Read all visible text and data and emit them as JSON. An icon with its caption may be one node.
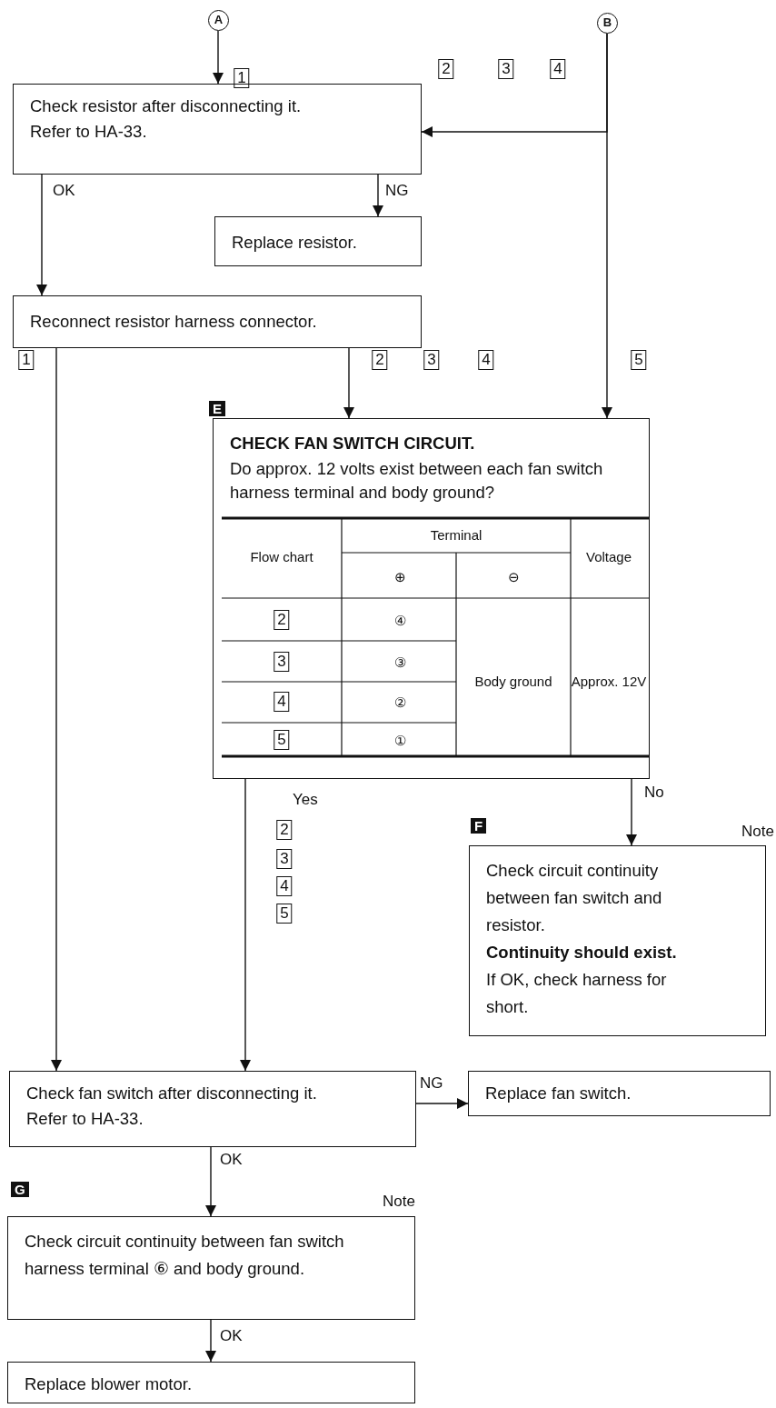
{
  "diagram": {
    "nodes": [
      {
        "text": [
          "A"
        ]
      },
      {
        "text": [
          "B"
        ]
      },
      {
        "text": [
          "Check resistor after disconnecting it.",
          "Refer to HA-33."
        ]
      },
      {
        "text": [
          "Replace resistor."
        ]
      },
      {
        "text": [
          "Reconnect resistor harness connector."
        ]
      },
      {
        "text": [
          "CHECK FAN SWITCH CIRCUIT.",
          "Do approx. 12 volts exist between each fan switch harness terminal and body ground?"
        ],
        "beside": [
          "E"
        ]
      },
      {
        "text": [
          "Check circuit continuity between fan switch and resistor.",
          "Continuity should exist.",
          "If OK, check harness for short."
        ],
        "beside": [
          "F",
          "Note"
        ]
      },
      {
        "text": [
          "Check fan switch after disconnecting it.",
          "Refer to HA-33."
        ]
      },
      {
        "text": [
          "Replace fan switch."
        ]
      },
      {
        "text": [
          "Check circuit continuity between fan switch harness terminal ⑥ and body ground."
        ],
        "beside": [
          "G",
          "Note"
        ]
      },
      {
        "text": [
          "Replace blower motor."
        ]
      }
    ],
    "edges": [
      {
        "from": 0,
        "to": 2,
        "arrow": "to"
      },
      {
        "from": 1,
        "to": 2,
        "arrow": "to"
      },
      {
        "from": 1,
        "to": 5,
        "arrow": "to"
      },
      {
        "from": 2,
        "to": 3,
        "arrow": "to",
        "label": "NG"
      },
      {
        "from": 2,
        "to": 4,
        "arrow": "to",
        "label": "OK"
      },
      {
        "from": 4,
        "to": 7,
        "arrow": "to"
      },
      {
        "from": 4,
        "to": 5,
        "arrow": "to"
      },
      {
        "from": 5,
        "to": 7,
        "arrow": "to",
        "label": "Yes"
      },
      {
        "from": 5,
        "to": 6,
        "arrow": "to",
        "label": "No"
      },
      {
        "from": 7,
        "to": 8,
        "arrow": "to",
        "label": "NG"
      },
      {
        "from": 7,
        "to": 9,
        "arrow": "to",
        "label": "OK"
      },
      {
        "from": 9,
        "to": 10,
        "arrow": "to",
        "label": "OK"
      }
    ],
    "labels": [
      "1",
      "2",
      "3",
      "4",
      "1",
      "2",
      "3",
      "4",
      "5",
      "Flow chart",
      "Terminal",
      "Voltage",
      "⊕",
      "⊖",
      "2",
      "④",
      "3",
      "③",
      "4",
      "②",
      "5",
      "①",
      "Body ground",
      "Approx. 12V",
      "2",
      "3",
      "4",
      "5"
    ]
  }
}
